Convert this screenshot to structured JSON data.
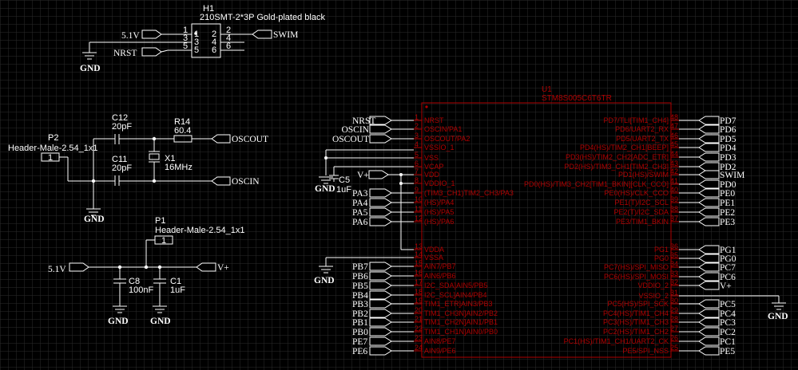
{
  "colors": {
    "background": "#000000",
    "grid": "#2b2b2b",
    "wire": "#ffffff",
    "ic": "#b00000"
  },
  "h1": {
    "ref": "H1",
    "value": "210SMT-2*3P Gold-plated black",
    "pins_left": [
      "1",
      "3",
      "5"
    ],
    "pins_right": [
      "2",
      "4",
      "6"
    ],
    "nets": {
      "p1": "5.1V",
      "p2": "SWIM",
      "p5": "NRST"
    }
  },
  "p2": {
    "ref": "P2",
    "value": "Header-Male-2.54_1x1",
    "pin": "1"
  },
  "p1": {
    "ref": "P1",
    "value": "Header-Male-2.54_1x1",
    "pin": "1"
  },
  "c12": {
    "ref": "C12",
    "value": "20pF"
  },
  "c11": {
    "ref": "C11",
    "value": "20pF"
  },
  "r14": {
    "ref": "R14",
    "value": "60.4"
  },
  "x1": {
    "ref": "X1",
    "value": "16MHz"
  },
  "c8": {
    "ref": "C8",
    "value": "100nF"
  },
  "c1": {
    "ref": "C1",
    "value": "1uF"
  },
  "c5": {
    "ref": "C5",
    "value": "1uF"
  },
  "nets": {
    "gnd": "GND",
    "v51": "5.1V",
    "vplus": "V+",
    "oscout": "OSCOUT",
    "oscin": "OSCIN",
    "nrst": "NRST",
    "swim": "SWIM"
  },
  "u1": {
    "ref": "U1",
    "value": "STM8S005C6T6TR",
    "left_pins": [
      {
        "num": "1",
        "name": "NRST",
        "net": "NRST"
      },
      {
        "num": "2",
        "name": "OSCIN/PA1",
        "net": "OSCIN"
      },
      {
        "num": "3",
        "name": "OSCOUT/PA2",
        "net": "OSCOUT"
      },
      {
        "num": "4",
        "name": "VSSIO_1",
        "net": ""
      },
      {
        "num": "5",
        "name": "VSS",
        "net": ""
      },
      {
        "num": "6",
        "name": "VCAP",
        "net": ""
      },
      {
        "num": "7",
        "name": "VDD",
        "net": "V+"
      },
      {
        "num": "8",
        "name": "VDDIO_1",
        "net": ""
      },
      {
        "num": "9",
        "name": "(TIM3_CH1)TIM2_CH3/PA3",
        "net": "PA3"
      },
      {
        "num": "10",
        "name": "(HS)/PA4",
        "net": "PA4"
      },
      {
        "num": "11",
        "name": "(HS)/PA5",
        "net": "PA5"
      },
      {
        "num": "12",
        "name": "(HS)/PA6",
        "net": "PA6"
      },
      {
        "num": "13",
        "name": "VDDA",
        "net": ""
      },
      {
        "num": "14",
        "name": "VSSA",
        "net": "GND"
      },
      {
        "num": "15",
        "name": "AIN7/PB7",
        "net": "PB7"
      },
      {
        "num": "16",
        "name": "AIN6/PB6",
        "net": "PB6"
      },
      {
        "num": "17",
        "name": "I2C_SDA]AIN5/PB5",
        "net": "PB5"
      },
      {
        "num": "18",
        "name": "I2C_SCL]AIN4/PB4",
        "net": "PB4"
      },
      {
        "num": "19",
        "name": "TIM1_ETR]AIN3/PB3",
        "net": "PB3"
      },
      {
        "num": "20",
        "name": "TIM1_CH3N]AIN2/PB2",
        "net": "PB2"
      },
      {
        "num": "21",
        "name": "TIM1_CH2N]AIN1/PB1",
        "net": "PB1"
      },
      {
        "num": "22",
        "name": "TIM1_CH1N]AIN0/PB0",
        "net": "PB0"
      },
      {
        "num": "23",
        "name": "AIN8/PE7",
        "net": "PE7"
      },
      {
        "num": "24",
        "name": "AIN9/PE6",
        "net": "PE6"
      }
    ],
    "right_pins": [
      {
        "num": "48",
        "name": "PD7/TLI[TIM1_CH4]",
        "net": "PD7"
      },
      {
        "num": "47",
        "name": "PD6/UART2_RX",
        "net": "PD6"
      },
      {
        "num": "46",
        "name": "PD5/UART2_TX",
        "net": "PD5"
      },
      {
        "num": "45",
        "name": "PD4(HS)/TIM2_CH1[BEEP]",
        "net": "PD4"
      },
      {
        "num": "44",
        "name": "PD3(HS)/TIM2_CH2[ADC_ETR]",
        "net": "PD3"
      },
      {
        "num": "43",
        "name": "PD2(HS)/TIM3_CH1[TIM2_CH3]",
        "net": "PD2"
      },
      {
        "num": "42",
        "name": "PD1(HS)/SWIM",
        "net": "SWIM"
      },
      {
        "num": "41",
        "name": "PD0(HS)/TIM3_CH2[TIM1_BKIN][CLK_CCO]",
        "net": "PD0"
      },
      {
        "num": "40",
        "name": "PE0(HS)/CLK_CCO",
        "net": "PE0"
      },
      {
        "num": "39",
        "name": "PE1(T)/I2C_SCL",
        "net": "PE1"
      },
      {
        "num": "38",
        "name": "PE2(T)/I2C_SDA",
        "net": "PE2"
      },
      {
        "num": "37",
        "name": "PE3/TIM1_BKIN",
        "net": "PE3"
      },
      {
        "num": "36",
        "name": "PG1",
        "net": "PG1"
      },
      {
        "num": "35",
        "name": "PG0",
        "net": "PG0"
      },
      {
        "num": "34",
        "name": "PC7(HS)/SPI_MISO",
        "net": "PC7"
      },
      {
        "num": "33",
        "name": "PC6(HS)/SPI_MOSI",
        "net": "PC6"
      },
      {
        "num": "32",
        "name": "VDDIO_2",
        "net": "V+"
      },
      {
        "num": "31",
        "name": "VSSIO_2",
        "net": "GND"
      },
      {
        "num": "30",
        "name": "PC5(HS)/SPI_SCK",
        "net": "PC5"
      },
      {
        "num": "29",
        "name": "PC4(HS)/TIM1_CH4",
        "net": "PC4"
      },
      {
        "num": "28",
        "name": "PC3(HS)/TIM1_CH3",
        "net": "PC3"
      },
      {
        "num": "27",
        "name": "PC2(HS)/TIM1_CH2",
        "net": "PC2"
      },
      {
        "num": "26",
        "name": "PC1(HS)/TIM1_CH1/UART2_CK",
        "net": "PC1"
      },
      {
        "num": "25",
        "name": "PE5/SPI_NSS",
        "net": "PE5"
      }
    ]
  }
}
